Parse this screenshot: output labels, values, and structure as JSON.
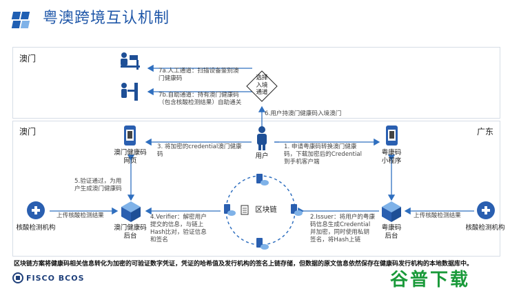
{
  "title": "粤澳跨境互认机制",
  "regions": {
    "macau_top": "澳门",
    "macau_bottom": "澳门",
    "guangdong": "广东"
  },
  "decision": "选择\n入境\n通道",
  "steps": {
    "s7a": "7a.人工通道：扫描设备鉴别澳\n门健康码",
    "s7b": "7b.自助通道：持有澳门健康码\n（包含核酸检测结果）自助通关",
    "s6": "6.用户持澳门健康码入境澳门",
    "s3": "3. 将加密的credential澳门健康\n码",
    "s1": "1. 申请粤康码转换澳门健康\n码，下载加密后的Credential\n到手机客户端",
    "s5": "5.验证通过，为用\n户生成澳门健康码",
    "s4": "4.Verifier：解密用户\n提交的信息，与链上\nHash比对，验证信息\n和签名",
    "s2": "2.Issuer：将用户的粤康\n码信息生成Credential\n并加密，同时使用私钥\n签名，将Hash上链",
    "upload_left": "上传核酸检测结果",
    "upload_right": "上传核酸检测结果"
  },
  "nodes": {
    "user": "用户",
    "macau_web": "澳门健康码\n网页",
    "gd_app": "粤康码\n小程序",
    "macau_backend": "澳门健康码\n后台",
    "gd_backend": "粤康码\n后台",
    "lab_left": "核酸检测机构",
    "lab_right": "核酸检测机构",
    "blockchain": "区块链"
  },
  "footer": "区块链方案将健康码相关信息转化为加密的可验证数字凭证，凭证的哈希值及发行机构的签名上链存储，但数据的原文信息依然保存在健康码发行机构的本地数据库中。",
  "brand": "FISCO BCOS",
  "watermark": "谷普下载",
  "colors": {
    "primary": "#1f5fb3",
    "arrow": "#3a7cc8",
    "title": "#1e56a8"
  }
}
